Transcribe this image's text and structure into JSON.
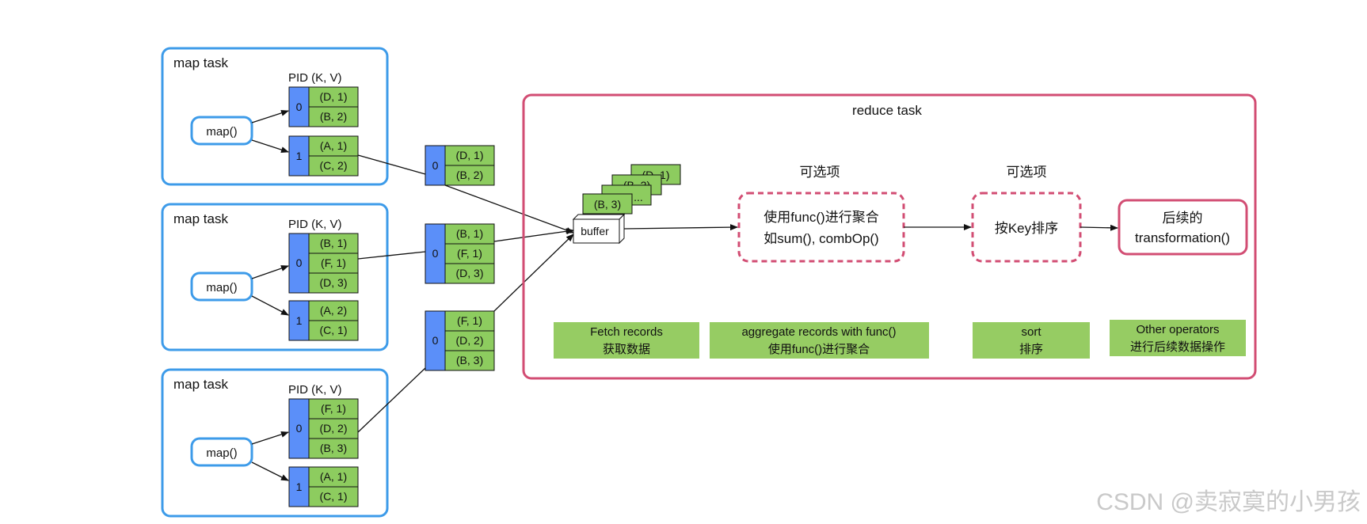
{
  "colors": {
    "map_border": "#3d9be9",
    "reduce_border": "#d24d73",
    "pid_fill": "#5b8ff9",
    "kv_fill": "#8dcc5f",
    "label_fill": "#96cc63"
  },
  "map_tasks": [
    {
      "title": "map task",
      "func": "map()",
      "header": "PID  (K, V)",
      "partitions": [
        {
          "pid": "0",
          "records": [
            "(D, 1)",
            "(B, 2)"
          ]
        },
        {
          "pid": "1",
          "records": [
            "(A, 1)",
            "(C, 2)"
          ]
        }
      ]
    },
    {
      "title": "map task",
      "func": "map()",
      "header": "PID  (K, V)",
      "partitions": [
        {
          "pid": "0",
          "records": [
            "(B, 1)",
            "(F, 1)",
            "(D, 3)"
          ]
        },
        {
          "pid": "1",
          "records": [
            "(A, 2)",
            "(C, 1)"
          ]
        }
      ]
    },
    {
      "title": "map task",
      "func": "map()",
      "header": "PID  (K, V)",
      "partitions": [
        {
          "pid": "0",
          "records": [
            "(F, 1)",
            "(D, 2)",
            "(B, 3)"
          ]
        },
        {
          "pid": "1",
          "records": [
            "(A, 1)",
            "(C, 1)"
          ]
        }
      ]
    }
  ],
  "shuffled_partitions": [
    {
      "pid": "0",
      "records": [
        "(D, 1)",
        "(B, 2)"
      ]
    },
    {
      "pid": "0",
      "records": [
        "(B, 1)",
        "(F, 1)",
        "(D, 3)"
      ]
    },
    {
      "pid": "0",
      "records": [
        "(F, 1)",
        "(D, 2)",
        "(B, 3)"
      ]
    }
  ],
  "reduce_task": {
    "title": "reduce task",
    "stack": [
      "(D, 1)",
      "(B, 2)",
      "...",
      "(B, 3)"
    ],
    "buffer": "buffer",
    "optional_label": "可选项",
    "aggregate_box": [
      "使用func()进行聚合",
      "如sum(), combOp()"
    ],
    "sort_box": "按Key排序",
    "final_box": [
      "后续的",
      "transformation()"
    ],
    "stages": [
      [
        "Fetch records",
        "获取数据"
      ],
      [
        "aggregate records with func()",
        "使用func()进行聚合"
      ],
      [
        "sort",
        "排序"
      ],
      [
        "Other operators",
        "进行后续数据操作"
      ]
    ]
  },
  "watermark": "CSDN @卖寂寞的小男孩"
}
